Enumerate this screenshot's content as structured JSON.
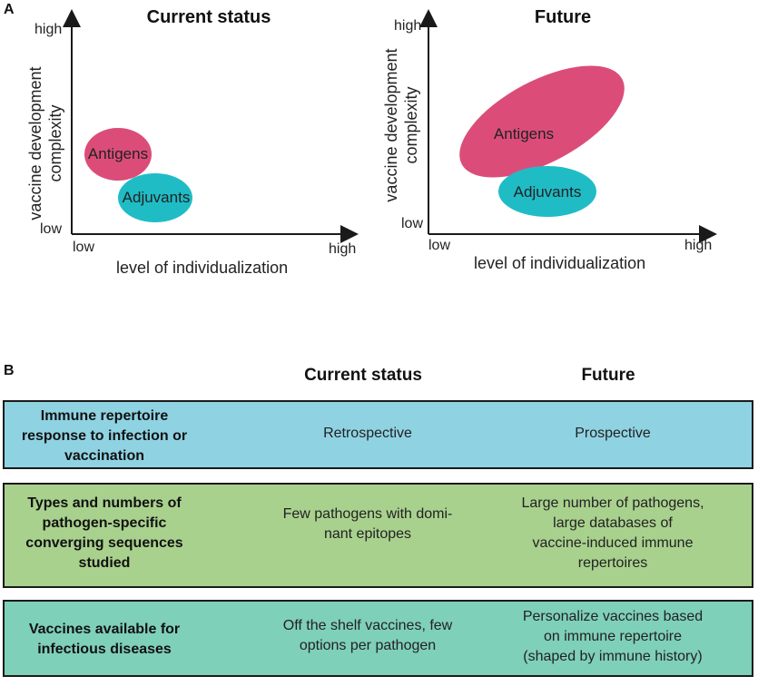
{
  "panel_a": {
    "letter": "A",
    "left_plot": {
      "title": "Current status",
      "ylabel_line1": "vaccine development",
      "ylabel_line2": "complexity",
      "y_high": "high",
      "y_low": "low",
      "x_low": "low",
      "x_high": "high",
      "xlabel": "level of individualization",
      "antigens_label": "Antigens",
      "adjuvants_label": "Adjuvants"
    },
    "right_plot": {
      "title": "Future",
      "ylabel_line1": "vaccine development",
      "ylabel_line2": "complexity",
      "y_high": "high",
      "y_low": "low",
      "x_low": "low",
      "x_high": "high",
      "xlabel": "level of individualization",
      "antigens_label": "Antigens",
      "adjuvants_label": "Adjuvants"
    }
  },
  "panel_b": {
    "letter": "B",
    "col_current": "Current status",
    "col_future": "Future",
    "rows": [
      {
        "label_lines": [
          "Immune repertoire",
          "response to infection or",
          "vaccination"
        ],
        "current_lines": [
          "Retrospective"
        ],
        "future_lines": [
          "Prospective"
        ]
      },
      {
        "label_lines": [
          "Types and numbers of",
          "pathogen-specific",
          "converging sequences",
          "studied"
        ],
        "current_lines": [
          "Few pathogens with domi-",
          "nant epitopes"
        ],
        "future_lines": [
          "Large number of pathogens,",
          "large databases of",
          "vaccine-induced immune",
          "repertoires"
        ]
      },
      {
        "label_lines": [
          "Vaccines available for",
          "infectious diseases"
        ],
        "current_lines": [
          "Off the shelf vaccines, few",
          "options per pathogen"
        ],
        "future_lines": [
          "Personalize vaccines based",
          "on immune repertoire",
          "(shaped by immune history)"
        ]
      }
    ]
  },
  "colors": {
    "antigens": "#db4d78",
    "adjuvants": "#1fbcc6",
    "row1_bg": "#8fd3e3",
    "row2_bg": "#a9d18e",
    "row3_bg": "#7fd0b8",
    "axis": "#1a1a1a"
  }
}
